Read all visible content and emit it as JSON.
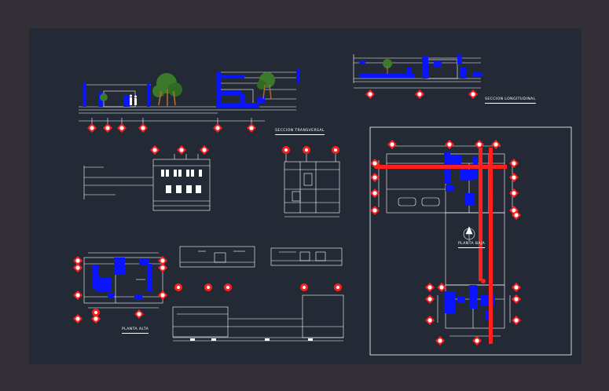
{
  "labels": {
    "seccion_longitudinal": "SECCION LONGITUDINAL",
    "seccion_transversal": "SECCION TRANSVERSAL",
    "planta_baja": "PLANTA BAJA",
    "planta_alta": "PLANTA ALTA"
  },
  "colors": {
    "background": "#232a35",
    "frame": "#322f37",
    "line": "#ffffff",
    "accent_blue": "#0a14ff",
    "accent_red": "#ff1f1f",
    "tree_green": "#3b7a2a",
    "tree_trunk": "#b36b2b"
  },
  "icons": [
    "axis-marker-icon",
    "tree-icon",
    "person-icon",
    "north-arrow-icon",
    "car-icon"
  ]
}
